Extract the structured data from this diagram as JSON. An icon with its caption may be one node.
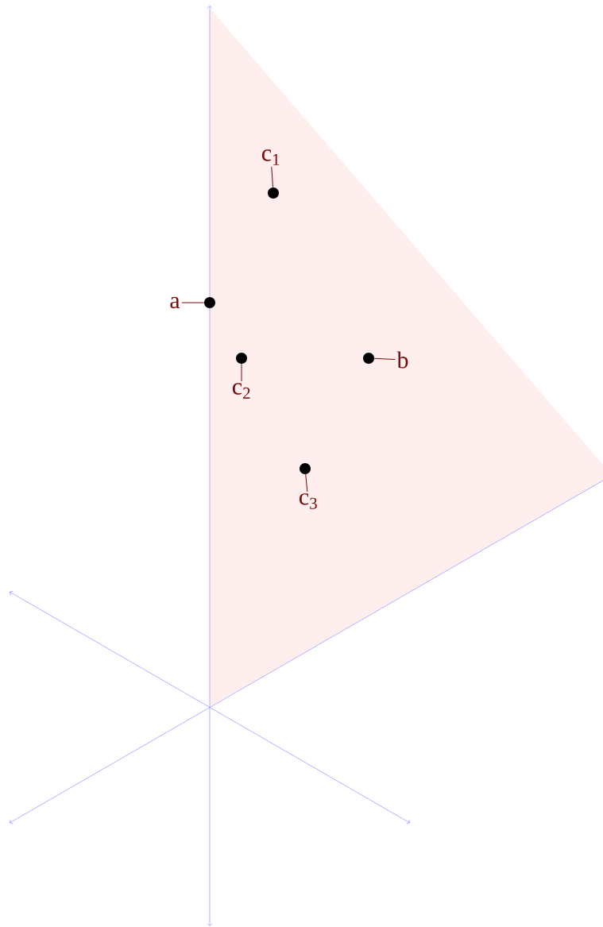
{
  "diagram": {
    "nodes": [
      {
        "text": [
          "c$_{1}$"
        ]
      },
      {
        "text": [],
        "shape": "circle"
      },
      {
        "text": [
          "a"
        ]
      },
      {
        "text": [],
        "shape": "circle"
      },
      {
        "text": [],
        "shape": "circle"
      },
      {
        "text": [
          "c$_{2}$"
        ]
      },
      {
        "text": [],
        "shape": "circle"
      },
      {
        "text": [
          "b"
        ]
      },
      {
        "text": [],
        "shape": "circle"
      },
      {
        "text": [
          "c$_{3}$"
        ]
      }
    ],
    "edges": [
      {
        "from": 0,
        "to": 1,
        "arrow": "none"
      },
      {
        "from": 2,
        "to": 3,
        "arrow": "none"
      },
      {
        "from": 5,
        "to": 4,
        "arrow": "none"
      },
      {
        "from": 7,
        "to": 6,
        "arrow": "none"
      },
      {
        "from": 9,
        "to": 8,
        "arrow": "none"
      }
    ]
  }
}
